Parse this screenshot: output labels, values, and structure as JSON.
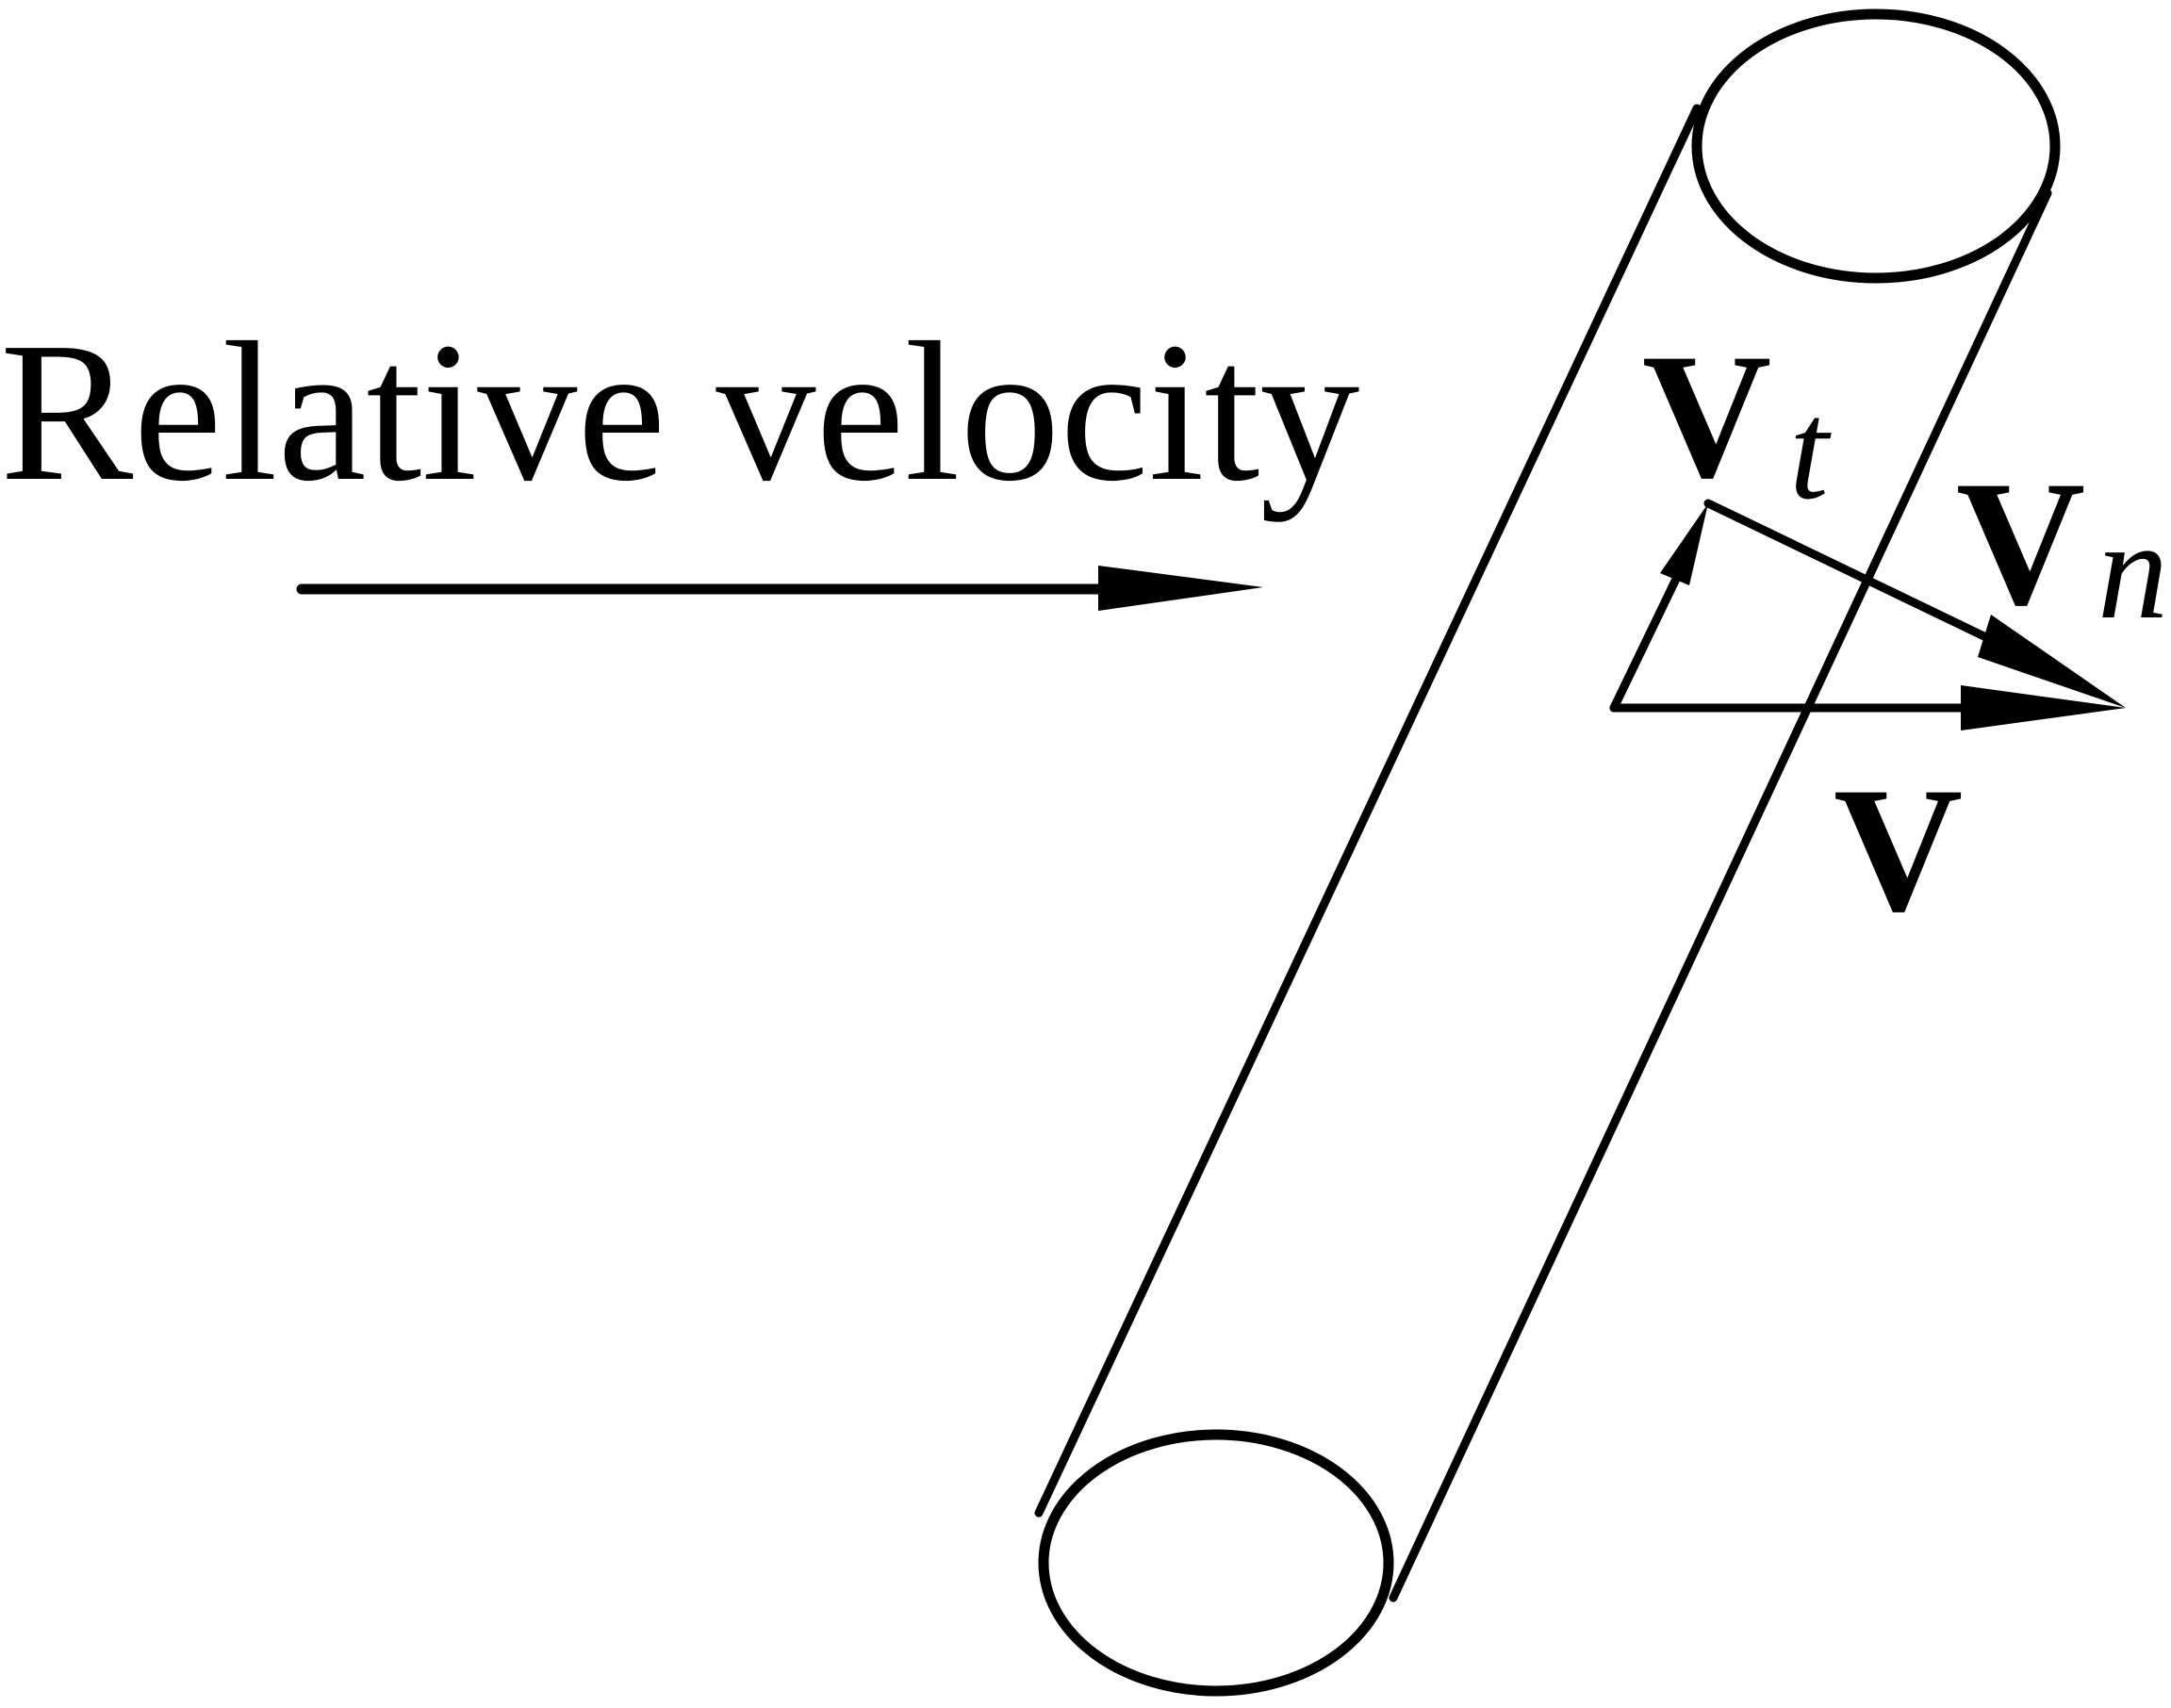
{
  "caption": "Relative velocity",
  "labels": {
    "tangential_main": "V",
    "tangential_sub": "t",
    "normal_main": "V",
    "normal_sub": "n",
    "velocity": "V"
  },
  "colors": {
    "ink": "#000000",
    "background": "#ffffff"
  }
}
